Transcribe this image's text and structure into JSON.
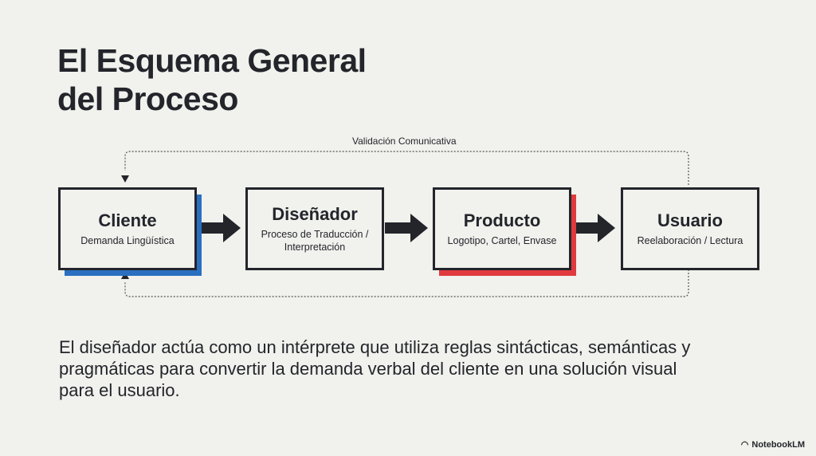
{
  "title_lines": [
    "El Esquema General",
    "del Proceso"
  ],
  "loop_label": "Validación Comunicativa",
  "nodes": [
    {
      "title": "Cliente",
      "subtitle": "Demanda Lingüística",
      "accent": "#2a6fc0"
    },
    {
      "title": "Diseñador",
      "subtitle": "Proceso de Traducción / Interpretación"
    },
    {
      "title": "Producto",
      "subtitle": "Logotipo, Cartel, Envase",
      "accent": "#e03a3e"
    },
    {
      "title": "Usuario",
      "subtitle": "Reelaboración / Lectura"
    }
  ],
  "description": "El diseñador actúa como un intérprete que utiliza reglas sintácticas, semánticas y pragmáticas para convertir la demanda verbal del cliente en una solución visual para el usuario.",
  "brand": "NotebookLM"
}
